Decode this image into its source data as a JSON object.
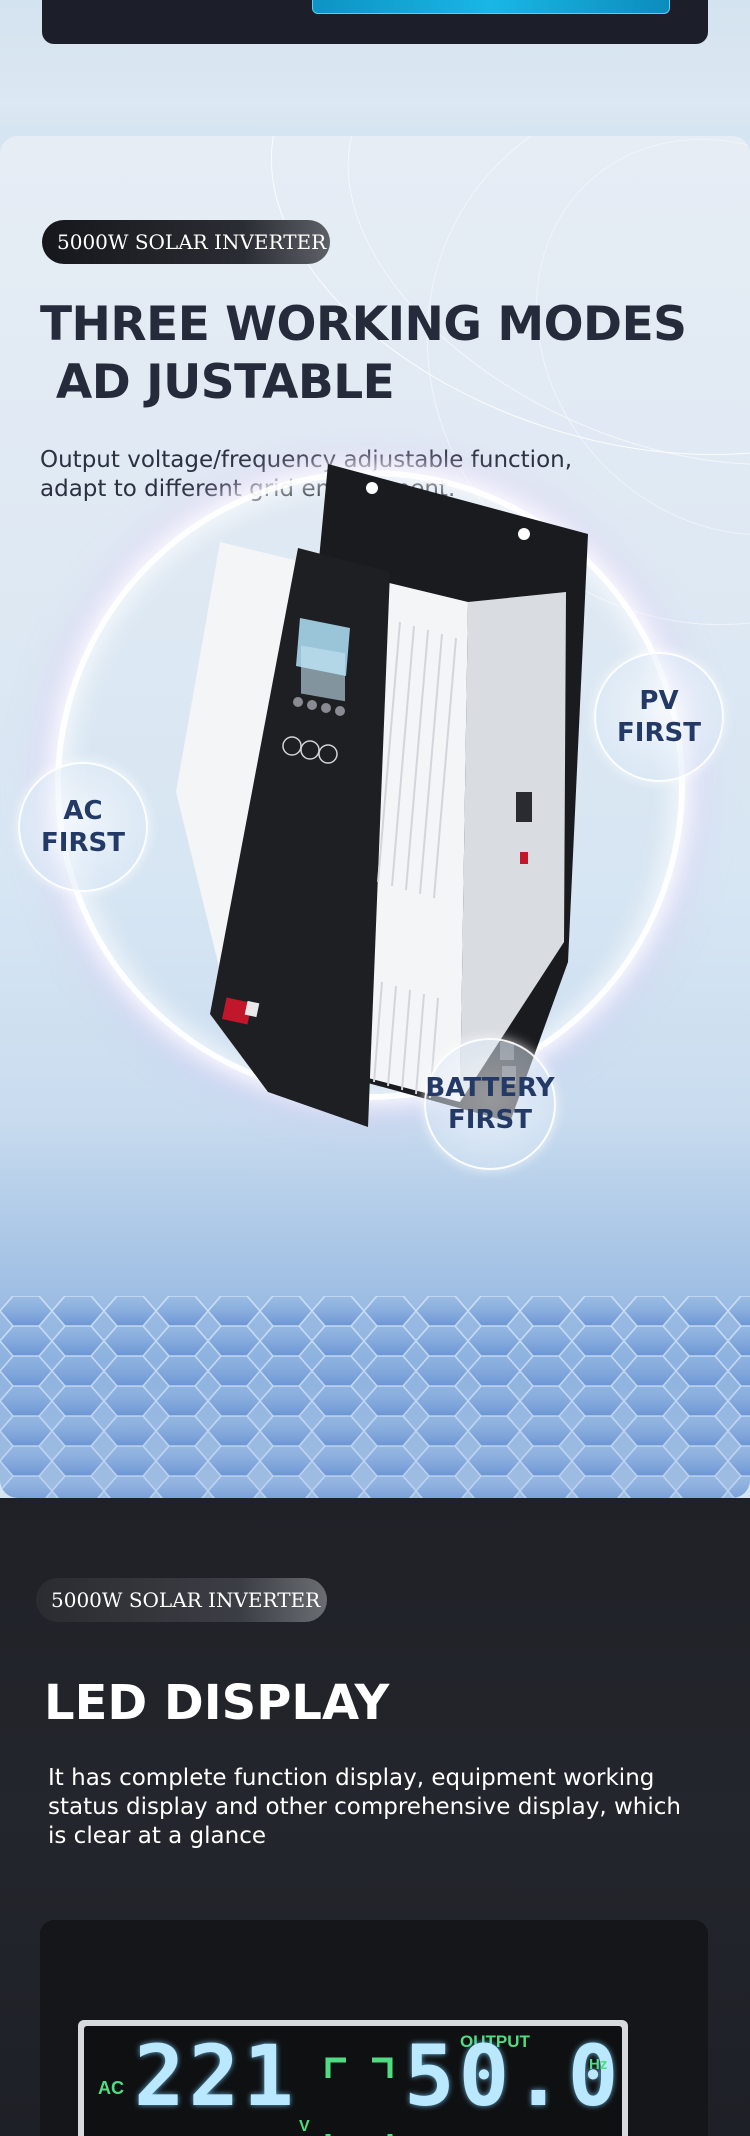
{
  "modes_section": {
    "badge": "5000W SOLAR INVERTER",
    "title_line1": "THREE WORKING MODES",
    "title_line2": " AD JUSTABLE",
    "description_line1": "Output voltage/frequency adjustable function,",
    "description_line2": "adapt to different grid environment.",
    "modes": {
      "pv_first": "PV FIRST",
      "ac_first": "AC FIRST",
      "battery_first_line1": "BATTERY",
      "battery_first_line2": "FIRST"
    }
  },
  "led_section": {
    "badge": "5000W SOLAR INVERTER",
    "title": "LED DISPLAY",
    "description_line1": "It has complete function display, equipment working",
    "description_line2": "status display and other comprehensive display, which",
    "description_line3": "is clear at a glance",
    "display": {
      "ac_label": "AC",
      "voltage_value": "221",
      "voltage_unit": "V",
      "output_label": "OUTPUT",
      "frequency_value": "50.0",
      "frequency_unit": "Hz"
    }
  },
  "colors": {
    "dark_text": "#252b3a",
    "mode_text": "#243a66",
    "lcd_digits": "#b9e8ff",
    "lcd_labels": "#4fdc82",
    "led_background": "#1f2127"
  }
}
